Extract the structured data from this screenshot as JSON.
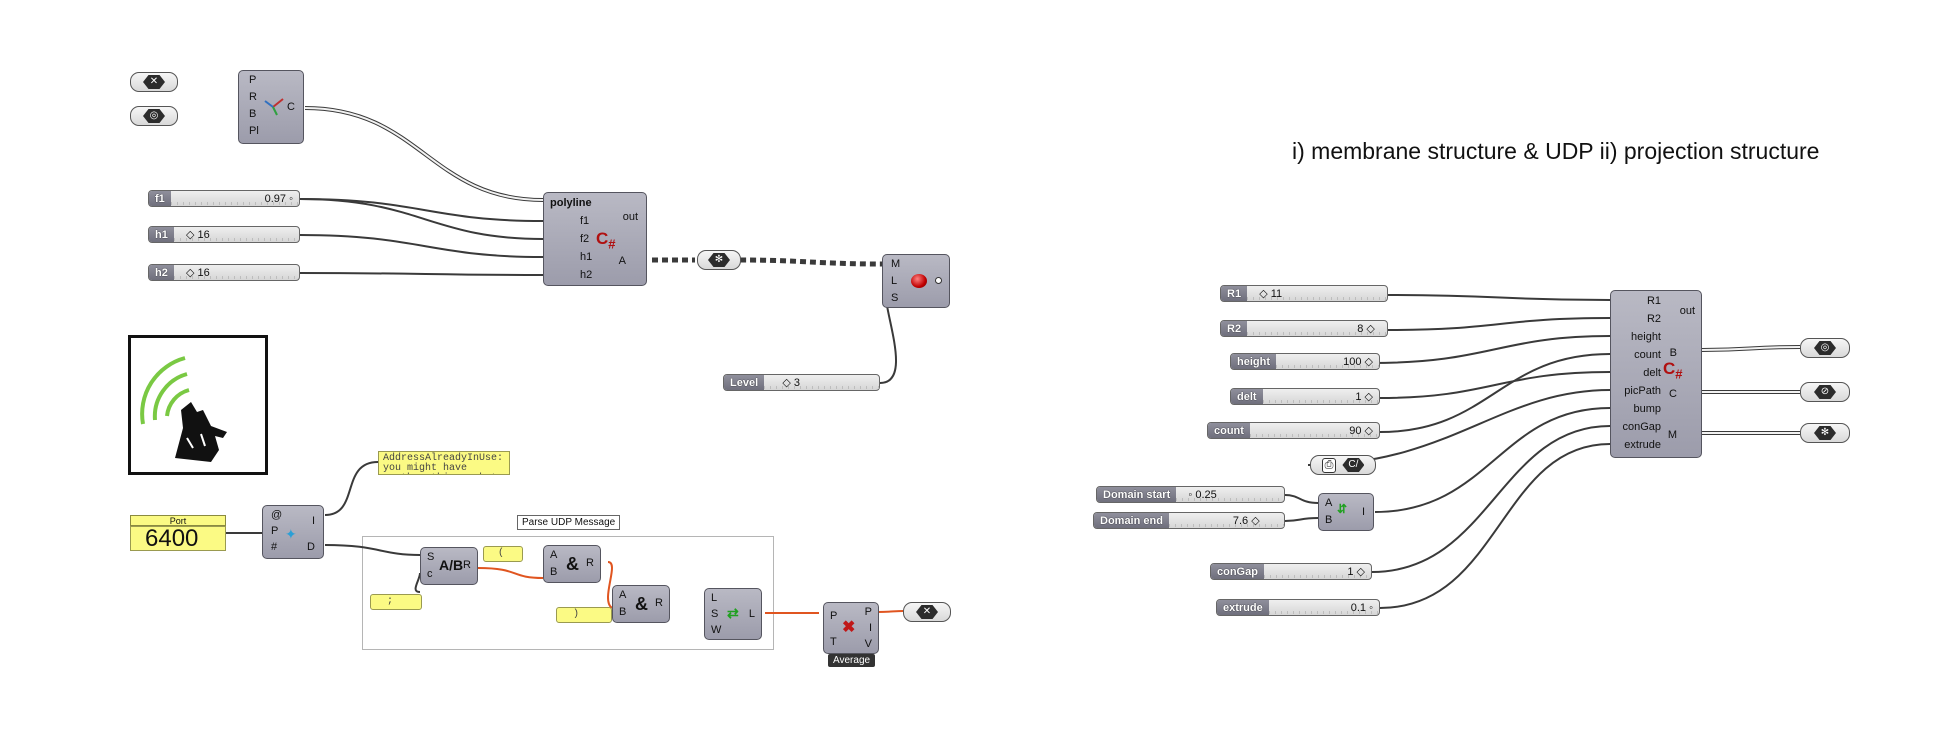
{
  "title": "i) membrane structure & UDP ii) projection structure",
  "left_top": {
    "plane_component": {
      "inputs": [
        "P",
        "R",
        "B",
        "Pl"
      ],
      "outputs": [
        "C"
      ]
    },
    "sliders": [
      {
        "label": "f1",
        "value": "0.97",
        "value_marker": "◦"
      },
      {
        "label": "h1",
        "value": "16",
        "value_marker": "◇"
      },
      {
        "label": "h2",
        "value": "16",
        "value_marker": "◇"
      }
    ],
    "csharp_component": {
      "inputs": [
        "polyline",
        "f1",
        "f2",
        "h1",
        "h2"
      ],
      "outputs": [
        "out",
        "A"
      ],
      "icon_label": "C#"
    },
    "preview_component": {
      "inputs": [
        "M",
        "L",
        "S"
      ]
    },
    "level_slider": {
      "label": "Level",
      "value": "3"
    }
  },
  "left_bottom": {
    "panel_text": "AddressAlreadyInUse:\nyou might have\nanother this socket",
    "port_panel": {
      "label": "Port",
      "value": "6400"
    },
    "udp_component": {
      "inputs": [
        "@",
        "P",
        "#"
      ],
      "outputs": [
        "I",
        "D"
      ]
    },
    "group_label": "Parse UDP Message",
    "split_component": {
      "inputs": [
        "S",
        "c"
      ],
      "outputs": [
        "R"
      ],
      "icon": "A/B"
    },
    "concat1": {
      "inputs": [
        "A",
        "B"
      ],
      "outputs": [
        "R"
      ]
    },
    "concat2": {
      "inputs": [
        "A",
        "B"
      ],
      "outputs": [
        "R"
      ]
    },
    "list_component": {
      "inputs": [
        "L",
        "S",
        "W"
      ],
      "outputs": [
        "L"
      ]
    },
    "panels": [
      "(",
      ";",
      ")"
    ],
    "average_component": {
      "inputs": [
        "P",
        "T"
      ],
      "outputs": [
        "P",
        "I",
        "V"
      ],
      "label": "Average"
    }
  },
  "right": {
    "sliders": [
      {
        "label": "R1",
        "value": "11",
        "value_marker": "◇",
        "align": "left"
      },
      {
        "label": "R2",
        "value": "8",
        "value_marker": "◇",
        "align": "right"
      },
      {
        "label": "height",
        "value": "100",
        "value_marker": "◇",
        "align": "right"
      },
      {
        "label": "delt",
        "value": "1",
        "value_marker": "◇",
        "align": "right"
      },
      {
        "label": "count",
        "value": "90",
        "value_marker": "◇",
        "align": "right"
      }
    ],
    "domain_sliders": [
      {
        "label": "Domain start",
        "value": "0.25",
        "value_marker": "◦"
      },
      {
        "label": "Domain end",
        "value": "7.6",
        "value_marker": "◇"
      }
    ],
    "bottom_sliders": [
      {
        "label": "conGap",
        "value": "1",
        "value_marker": "◇"
      },
      {
        "label": "extrude",
        "value": "0.1",
        "value_marker": "◦"
      }
    ],
    "csharp_component": {
      "inputs": [
        "R1",
        "R2",
        "height",
        "count",
        "delt",
        "picPath",
        "bump",
        "conGap",
        "extrude"
      ],
      "outputs": [
        "out",
        "B",
        "C",
        "M"
      ],
      "icon_label": "C#"
    },
    "domain_component": {
      "inputs": [
        "A",
        "B"
      ],
      "outputs": [
        "I"
      ]
    }
  }
}
